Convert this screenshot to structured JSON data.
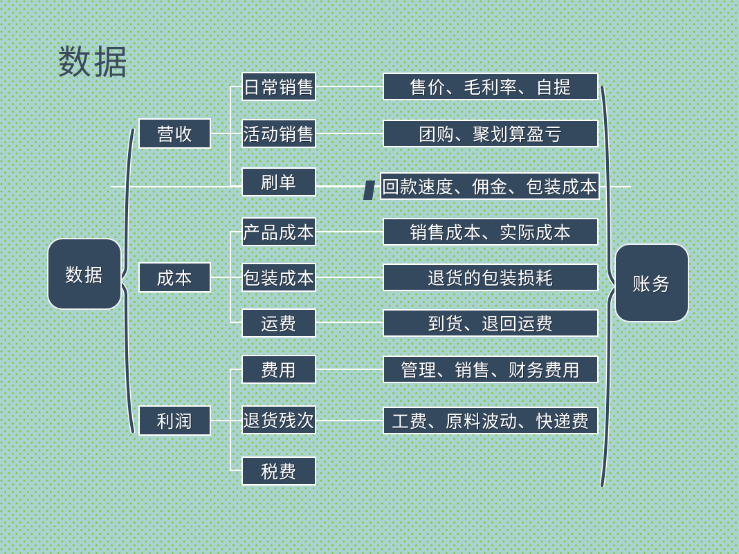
{
  "slide": {
    "title": "数据",
    "background_color": "#a9d3ce",
    "dot_color": "#7dc832",
    "node_fill": "#35495e",
    "node_border": "#ffffff",
    "text_color": "#ffffff",
    "title_color": "#3b4a5a"
  },
  "left_cap": {
    "label": "数据"
  },
  "right_cap": {
    "label": "账务"
  },
  "branches": [
    {
      "category": "营收",
      "items": [
        {
          "label": "日常销售",
          "detail": "售价、毛利率、自提"
        },
        {
          "label": "活动销售",
          "detail": "团购、聚划算盈亏"
        },
        {
          "label": "刷单",
          "detail": "回款速度、佣金、包装成本"
        }
      ]
    },
    {
      "category": "成本",
      "items": [
        {
          "label": "产品成本",
          "detail": "销售成本、实际成本"
        },
        {
          "label": "包装成本",
          "detail": "退货的包装损耗"
        },
        {
          "label": "运费",
          "detail": "到货、退回运费"
        }
      ]
    },
    {
      "category": "利润",
      "items": [
        {
          "label": "费用",
          "detail": "管理、销售、财务费用"
        },
        {
          "label": "退货残次",
          "detail": "工费、原料波动、快递费"
        },
        {
          "label": "税费",
          "detail": ""
        }
      ]
    }
  ]
}
